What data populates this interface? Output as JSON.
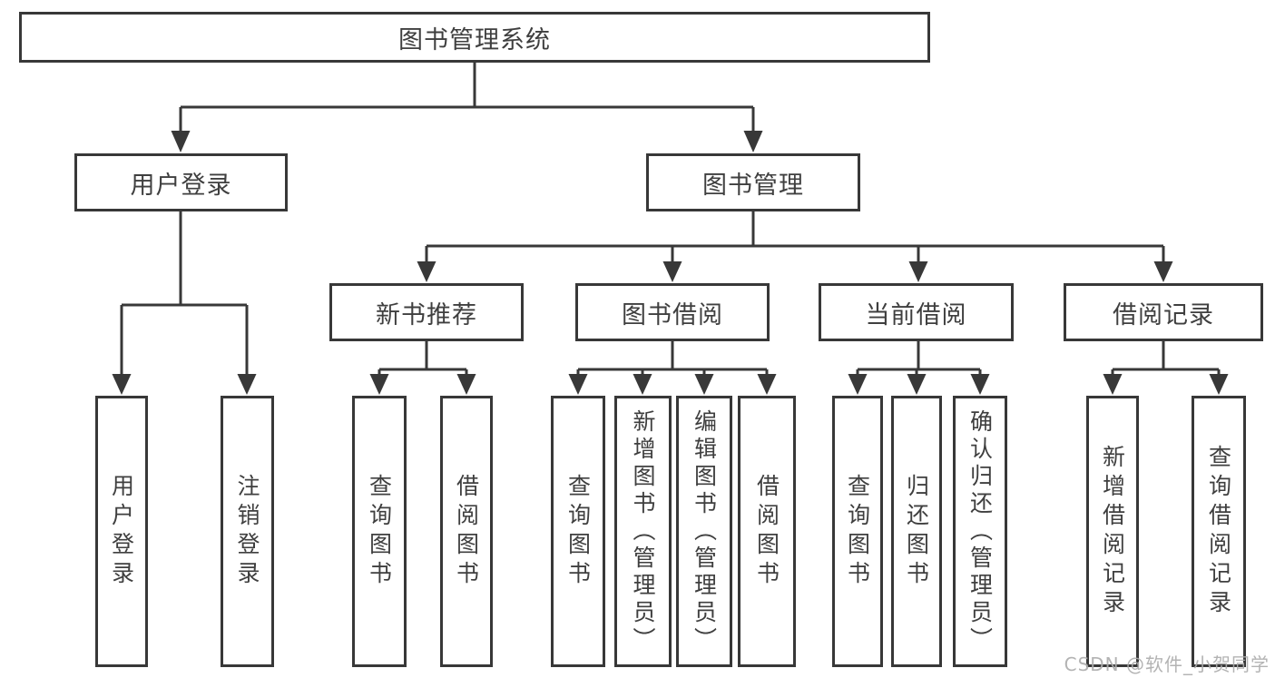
{
  "diagram": {
    "root": {
      "label": "图书管理系统"
    },
    "level2": {
      "user_login": {
        "label": "用户登录"
      },
      "book_management": {
        "label": "图书管理"
      }
    },
    "level3": {
      "new_book_recommend": {
        "label": "新书推荐"
      },
      "book_borrow": {
        "label": "图书借阅"
      },
      "current_borrow": {
        "label": "当前借阅"
      },
      "borrow_record": {
        "label": "借阅记录"
      }
    },
    "leaves": {
      "login": {
        "label": "用户登录"
      },
      "logout": {
        "label": "注销登录"
      },
      "rec_query_book": {
        "label": "查询图书"
      },
      "rec_borrow_book": {
        "label": "借阅图书"
      },
      "borrow_query_book": {
        "label": "查询图书"
      },
      "borrow_add_book": {
        "label": "新增图书（管理员）"
      },
      "borrow_edit_book": {
        "label": "编辑图书（管理员）"
      },
      "borrow_borrow_book": {
        "label": "借阅图书"
      },
      "current_query_book": {
        "label": "查询图书"
      },
      "current_return_book": {
        "label": "归还图书"
      },
      "current_confirm_return": {
        "label": "确认归还（管理员）"
      },
      "record_add": {
        "label": "新增借阅记录"
      },
      "record_query": {
        "label": "查询借阅记录"
      }
    }
  },
  "watermark": {
    "text": "CSDN @软件_小贺同学"
  },
  "colors": {
    "line": "#383838",
    "text": "#3f3f3f",
    "watermark": "#acacac",
    "background": "#ffffff"
  }
}
